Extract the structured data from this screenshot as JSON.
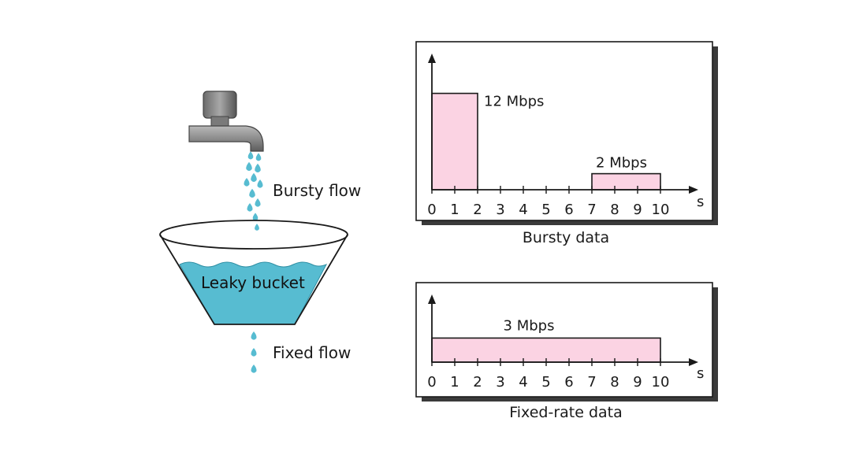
{
  "labels": {
    "bursty_flow": "Bursty flow",
    "leaky_bucket": "Leaky bucket",
    "fixed_flow": "Fixed flow"
  },
  "colors": {
    "water": "#57bcd1",
    "water_light": "#7ccfe0",
    "bar_fill": "#fbd3e3",
    "faucet": "#8a8a8a"
  },
  "chart_data": [
    {
      "type": "bar",
      "caption": "Bursty data",
      "x_unit": "s",
      "x_ticks": [
        "0",
        "1",
        "2",
        "3",
        "4",
        "5",
        "6",
        "7",
        "8",
        "9",
        "10"
      ],
      "xlim": [
        0,
        10
      ],
      "bars": [
        {
          "x_start": 0,
          "x_end": 2,
          "value": 12,
          "label": "12 Mbps"
        },
        {
          "x_start": 7,
          "x_end": 10,
          "value": 2,
          "label": "2 Mbps"
        }
      ]
    },
    {
      "type": "bar",
      "caption": "Fixed-rate data",
      "x_unit": "s",
      "x_ticks": [
        "0",
        "1",
        "2",
        "3",
        "4",
        "5",
        "6",
        "7",
        "8",
        "9",
        "10"
      ],
      "xlim": [
        0,
        10
      ],
      "bars": [
        {
          "x_start": 0,
          "x_end": 10,
          "value": 3,
          "label": "3 Mbps"
        }
      ]
    }
  ]
}
